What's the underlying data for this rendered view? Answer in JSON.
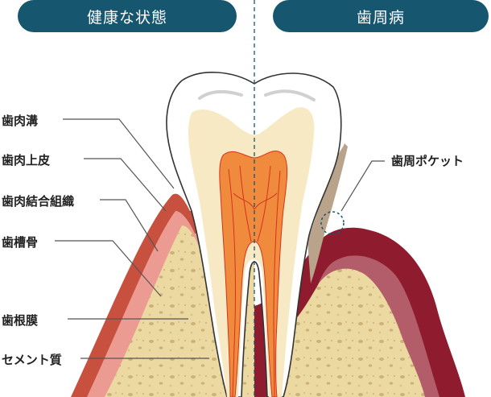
{
  "header": {
    "healthy_label": "健康な状態",
    "disease_label": "歯周病"
  },
  "labels": {
    "gingival_sulcus": "歯肉溝",
    "gingival_epithelium": "歯肉上皮",
    "gingival_connective_tissue": "歯肉結合組織",
    "alveolar_bone": "歯槽骨",
    "periodontal_ligament": "歯根膜",
    "cementum": "セメント質",
    "periodontal_pocket": "歯周ポケット"
  },
  "colors": {
    "header_bg": "#17566f",
    "enamel": "#ffffff",
    "dentin": "#f7e9c4",
    "pulp": "#f08a3c",
    "nerve": "#d5321e",
    "gum_outer": "#c8503f",
    "gum_inner": "#ec9b92",
    "bone": "#ecd9a2",
    "diseased_gum": "#8e1c2e",
    "tartar": "#b9a38a",
    "leader_line": "#555555"
  }
}
